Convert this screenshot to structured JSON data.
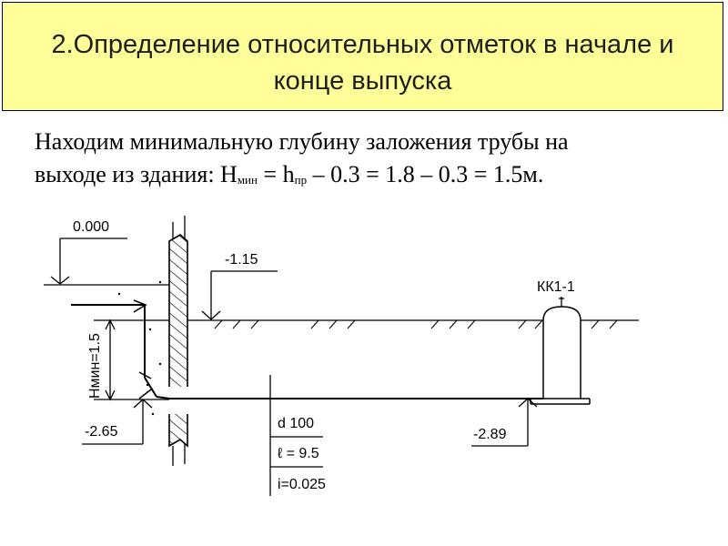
{
  "title": {
    "line1": "2.Определение относительных отметок в начале и",
    "line2": "конце выпуска"
  },
  "intro": {
    "line1": "Находим минимальную глубину заложения трубы на",
    "prefix": "выходе из здания: H",
    "sub1": "мин",
    "mid": " = h",
    "sub2": "пр",
    "suffix": " – 0.3 = 1.8 – 0.3 = 1.5м."
  },
  "diagram": {
    "elev_floor": "0.000",
    "elev_ground": "-1.15",
    "elev_pipe_start": "-2.65",
    "elev_pipe_end": "-2.89",
    "well_label": "КК1-1",
    "hmin_label": "Нмин=1.5",
    "pipe_diameter": "d 100",
    "pipe_length": "ℓ = 9.5",
    "pipe_slope": "i=0.025"
  }
}
